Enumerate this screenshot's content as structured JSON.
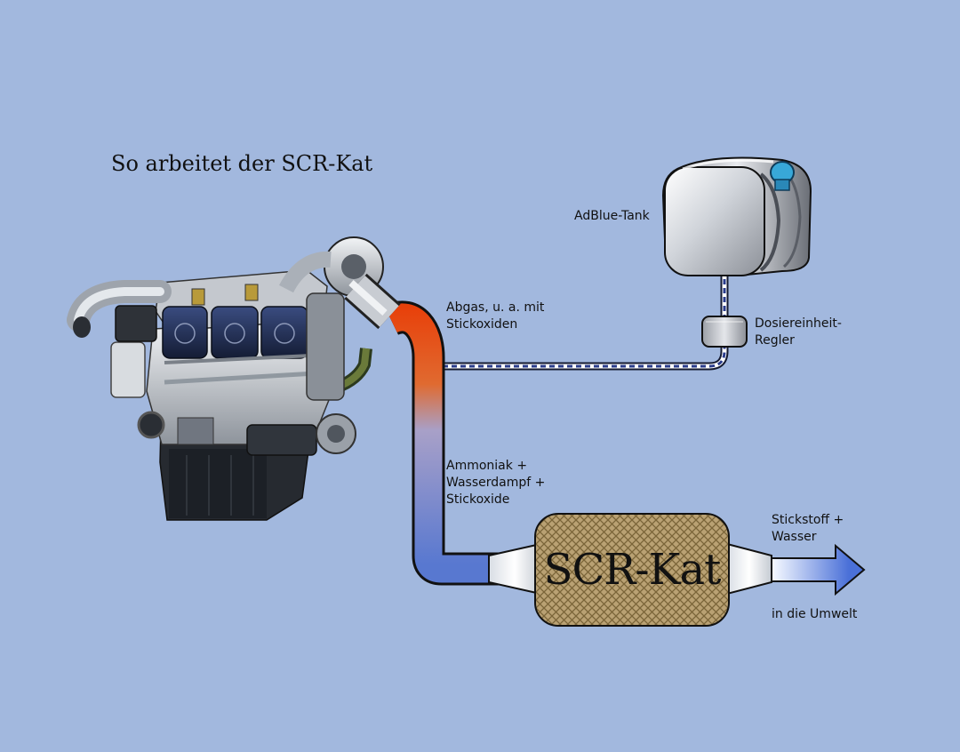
{
  "title": "So arbeitet der SCR-Kat",
  "labels": {
    "tank": "AdBlue-Tank",
    "exhaust": [
      "Abgas, u. a. mit",
      "Stickoxiden"
    ],
    "dosing": [
      "Dosiereinheit-",
      "Regler"
    ],
    "mixture": [
      "Ammoniak +",
      "Wasserdampf +",
      "Stickoxide"
    ],
    "catalyst": "SCR-Kat",
    "output": [
      "Stickstoff +",
      "Wasser"
    ],
    "environment": "in die Umwelt"
  },
  "colors": {
    "background": "#a2b8de",
    "exhaust_hot": "#e04a10",
    "exhaust_cool": "#5878d0",
    "adblue_line": "#2a3c8c",
    "catalyst_mesh": "#b8a070"
  },
  "icons": [
    "engine-illustration",
    "adblue-tank-icon",
    "dosing-unit-icon",
    "catalyst-icon",
    "outlet-arrow-icon"
  ]
}
